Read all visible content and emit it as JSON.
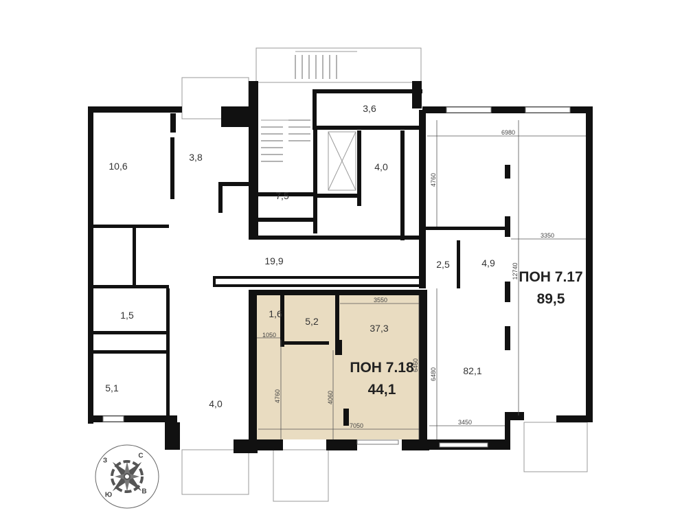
{
  "rooms": {
    "r1": "10,6",
    "r2": "3,8",
    "r3": "7,5",
    "r4": "3,6",
    "r5": "4,0",
    "r6": "19,9",
    "r7": "1,5",
    "r8": "5,1",
    "r9": "4,0",
    "r10": "1,6",
    "r11": "5,2",
    "r12": "37,3",
    "r13": "2,5",
    "r14": "4,9",
    "r15": "82,1"
  },
  "units": [
    {
      "name": "ПОН 7.18",
      "area": "44,1",
      "highlight": "#e9dcc1"
    },
    {
      "name": "ПОН 7.17",
      "area": "89,5"
    }
  ],
  "dimensions": {
    "d1": "6980",
    "d2": "4760",
    "d3": "3350",
    "d4": "12740",
    "d5": "3550",
    "d6": "1050",
    "d7": "4760",
    "d8": "4060",
    "d9": "6460",
    "d10": "7050",
    "d11": "6480",
    "d12": "3450"
  },
  "compass": {
    "n": "С",
    "w": "З",
    "s": "Ю",
    "e": "В"
  }
}
